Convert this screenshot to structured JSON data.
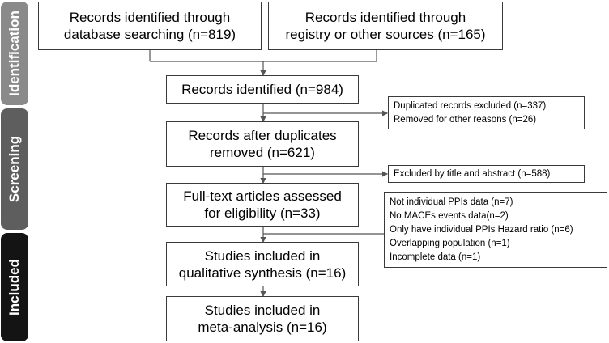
{
  "stages": {
    "identification": "Identification",
    "screening": "Screening",
    "included": "Included"
  },
  "boxes": {
    "database": "Records identified through\ndatabase searching (n=819)",
    "registry": "Records identified through\nregistry or other sources (n=165)",
    "identified": "Records identified (n=984)",
    "after_duplicates": "Records after duplicates\nremoved (n=621)",
    "fulltext": "Full-text articles assessed\nfor eligibility (n=33)",
    "qualitative": "Studies included in\nqualitative synthesis (n=16)",
    "meta": "Studies included in\nmeta-analysis (n=16)"
  },
  "exclusions": {
    "duplicates": "Duplicated records excluded (n=337)\nRemoved for other reasons (n=26)",
    "title_abstract": "Excluded by title and abstract (n=588)",
    "fulltext_reasons": "Not individual PPIs data (n=7)\nNo MACEs events data(n=2)\nOnly have individual PPIs Hazard ratio (n=6)\nOverlapping population (n=1)\nIncomplete data (n=1)"
  },
  "colors": {
    "identification_bg": "#8a8a8a",
    "screening_bg": "#5e5e5e",
    "included_bg": "#141414",
    "line": "#555555"
  }
}
